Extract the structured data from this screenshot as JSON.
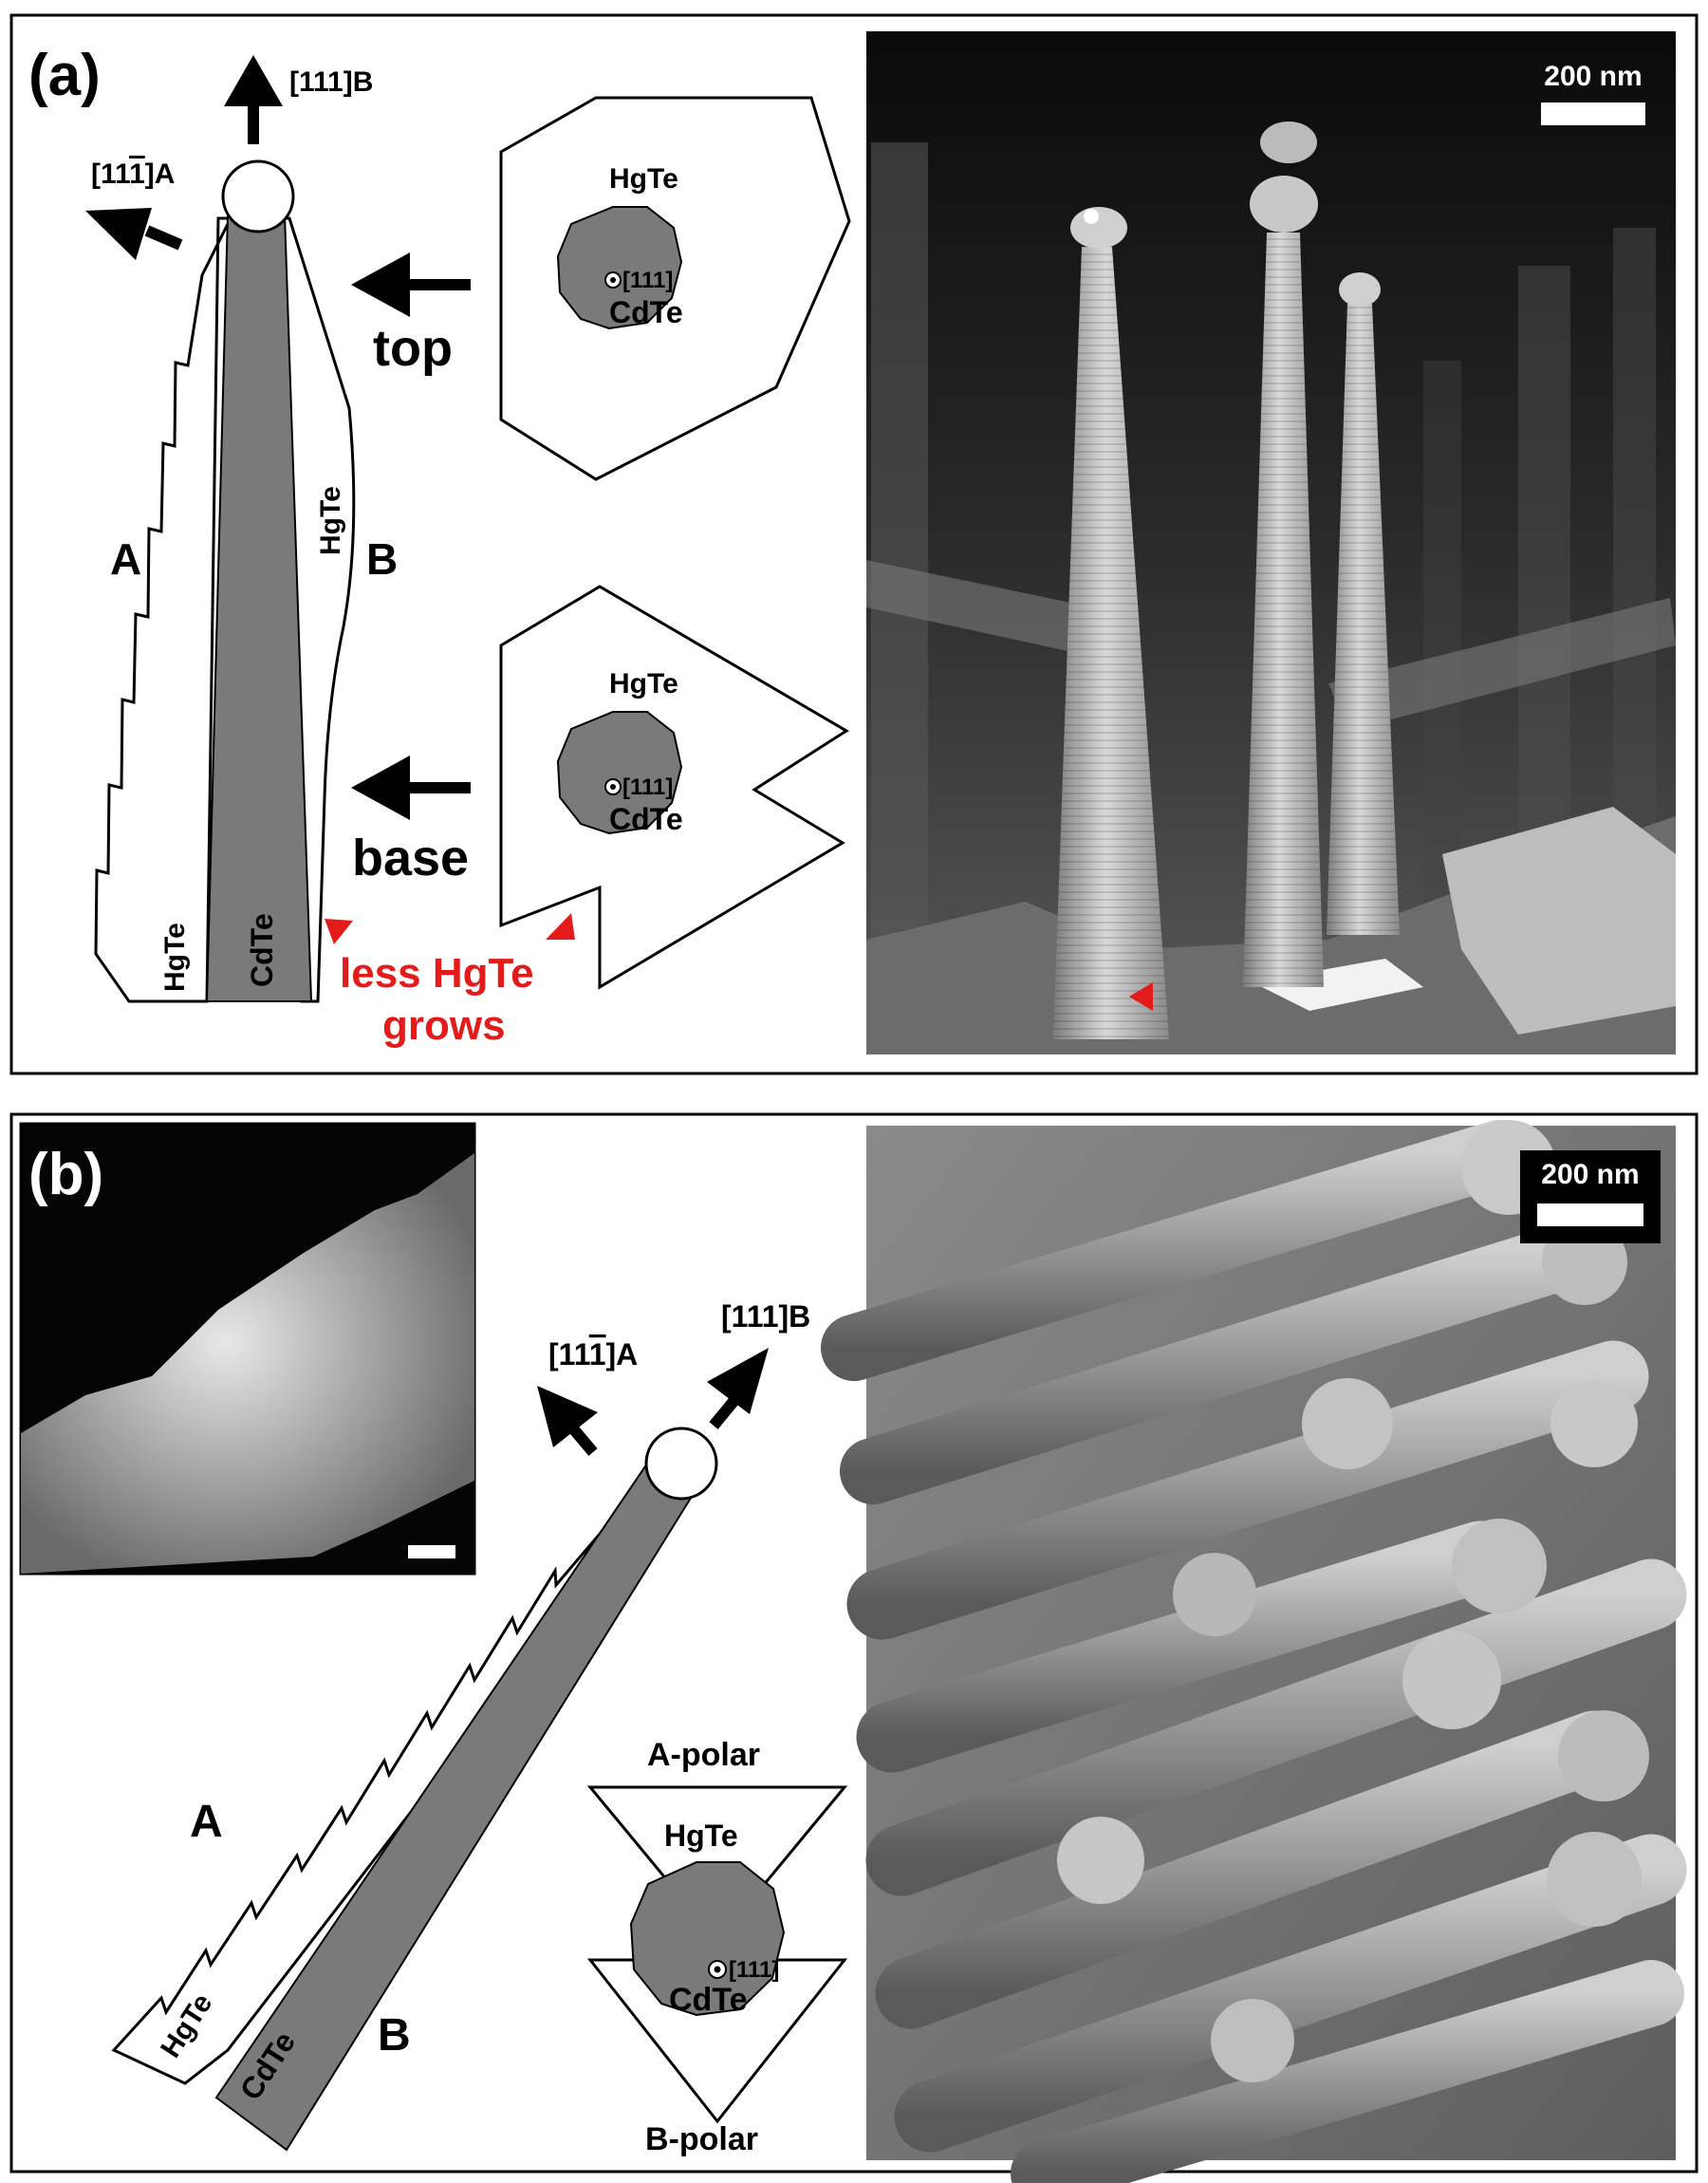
{
  "panel_a": {
    "label": "(a)",
    "dir_111B": "[111]B",
    "dir_11_1A_prefix": "[11",
    "dir_11_1A_bar": "1",
    "dir_11_1A_suffix": "]A",
    "side_A": "A",
    "side_B": "B",
    "shell_left": "HgTe",
    "shell_right": "HgTe",
    "core": "CdTe",
    "arrow_top_label": "top",
    "arrow_base_label": "base",
    "top_section": {
      "shell": "HgTe",
      "core": "CdTe",
      "axis": "[111]"
    },
    "base_section": {
      "shell": "HgTe",
      "core": "CdTe",
      "axis": "[111]"
    },
    "note_line1": "less HgTe",
    "note_line2": "grows",
    "scale_bar": "200 nm"
  },
  "panel_b": {
    "label": "(b)",
    "dir_111B": "[111]B",
    "dir_11_1A_prefix": "[11",
    "dir_11_1A_bar": "1",
    "dir_11_1A_suffix": "]A",
    "side_A": "A",
    "side_B": "B",
    "shell": "HgTe",
    "core": "CdTe",
    "section": {
      "top_label": "A-polar",
      "shell": "HgTe",
      "core": "CdTe",
      "axis": "[111]",
      "bottom_label": "B-polar"
    },
    "scale_bar": "200 nm"
  },
  "colors": {
    "core": "#7a7a7a",
    "accent_red": "#e31b1b"
  }
}
